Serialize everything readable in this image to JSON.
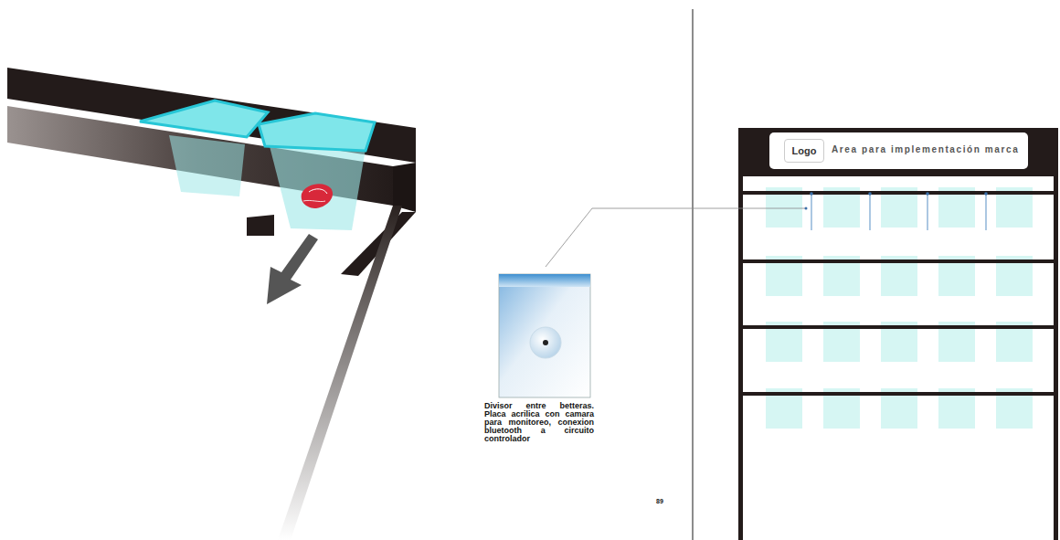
{
  "diagram": {
    "nodes": [
      {
        "text": [
          "Area para implementación marca"
        ]
      },
      {
        "text": [
          "Logo"
        ],
        "in": 0
      },
      {
        "text": [
          "Divisor entre betteras. Placa acrilica con camara para monitoreo, conexion bluetooth a circuito controlador"
        ]
      }
    ],
    "labels": [
      "89"
    ]
  }
}
